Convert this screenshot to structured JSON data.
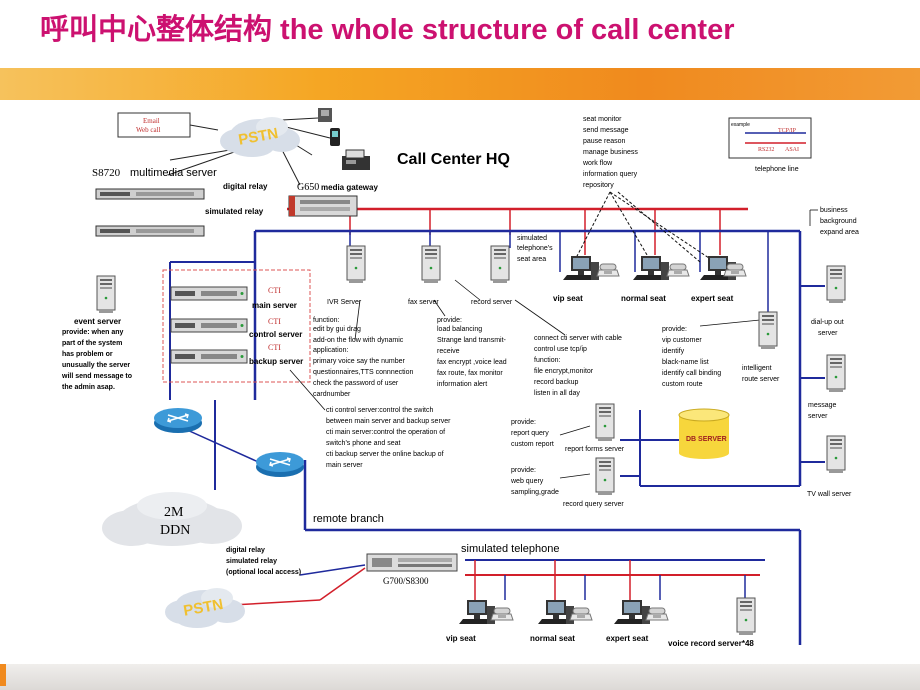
{
  "title": "呼叫中心整体结构 the whole structure of call center",
  "hq": "Call Center HQ",
  "pstn": "PSTN",
  "email_box": [
    "Email",
    "Web call"
  ],
  "s8720": "S8720",
  "multimedia_server": "multimedia server",
  "g650": "G650",
  "media_gateway": "media gateway",
  "digital_relay": "digital relay",
  "simulated_relay": "simulated relay",
  "event_server": "event server",
  "event_desc": [
    "provide: when any",
    "part of the system",
    "has problem or",
    "unusually the server",
    "will send message to",
    "the admin asap."
  ],
  "cti_main": "main server",
  "cti_control": "control server",
  "cti_backup": "backup server",
  "cti": "CTI",
  "ivr_server": "IVR Server",
  "fax_server": "fax server",
  "record_server": "record server",
  "ivr_desc": [
    "function:",
    "edit by gui drag",
    "add-on the flow with dynamic",
    "application:",
    "primary voice say the number",
    "questionnaires,TTS connnection",
    "check the password of user",
    "cardnumber"
  ],
  "fax_desc": [
    "provide:",
    "load balancing",
    "Strange land transmit-",
    "receive",
    "fax encrypt ,voice lead",
    "fax route, fax monitor",
    "information alert"
  ],
  "cti_desc": [
    "cti control server:control the switch",
    "between main server and backup server",
    "cti main server:control the operation of",
    "switch's phone and seat",
    "cti backup server the online backup of",
    "main server"
  ],
  "simulated_seat_area": [
    "simulated",
    "telephone's",
    "seat area"
  ],
  "seat_monitor": [
    "seat monitor",
    "send message",
    "pause reason",
    "manage business",
    "work flow",
    "information query",
    "repository"
  ],
  "vip_seat": "vip seat",
  "normal_seat": "normal seat",
  "expert_seat": "expert seat",
  "connect_desc": [
    "connect cti server with cable",
    "control use tcp/ip",
    "function:",
    "file encrypt,monitor",
    "record backup",
    "listen in all day"
  ],
  "route_desc": [
    "provide:",
    "vip customer",
    "identify",
    "black-name list",
    "identify call binding",
    "custom route"
  ],
  "intelligent_route": [
    "intelligent",
    "route server"
  ],
  "example_box": {
    "title": "example",
    "tcp": "TCP/IP",
    "rs": "RS232",
    "asai": "ASAI"
  },
  "telephone_line": "telephone line",
  "business_area": [
    "business",
    "background",
    "expand area"
  ],
  "dialup": [
    "dial-up out",
    "server"
  ],
  "message_server": [
    "message",
    "server"
  ],
  "tv_wall": "TV wall server",
  "db_server": "DB SERVER",
  "report_desc": [
    "provide:",
    "report query",
    "custom report"
  ],
  "report_forms": "report forms server",
  "web_desc": [
    "provide:",
    "web query",
    "sampling,grade"
  ],
  "record_query": "record query server",
  "ddn": [
    "2M",
    "DDN"
  ],
  "remote_branch": "remote branch",
  "simulated_telephone": "simulated telephone",
  "branch_relay": [
    "digital relay",
    "simulated relay",
    "(optional local access)"
  ],
  "g700": "G700/S8300",
  "voice_record": "voice record server*48",
  "colors": {
    "title": "#cc1170",
    "blue_line": "#1f2a9c",
    "red_line": "#d21f2a",
    "db": "#f7d63c"
  }
}
